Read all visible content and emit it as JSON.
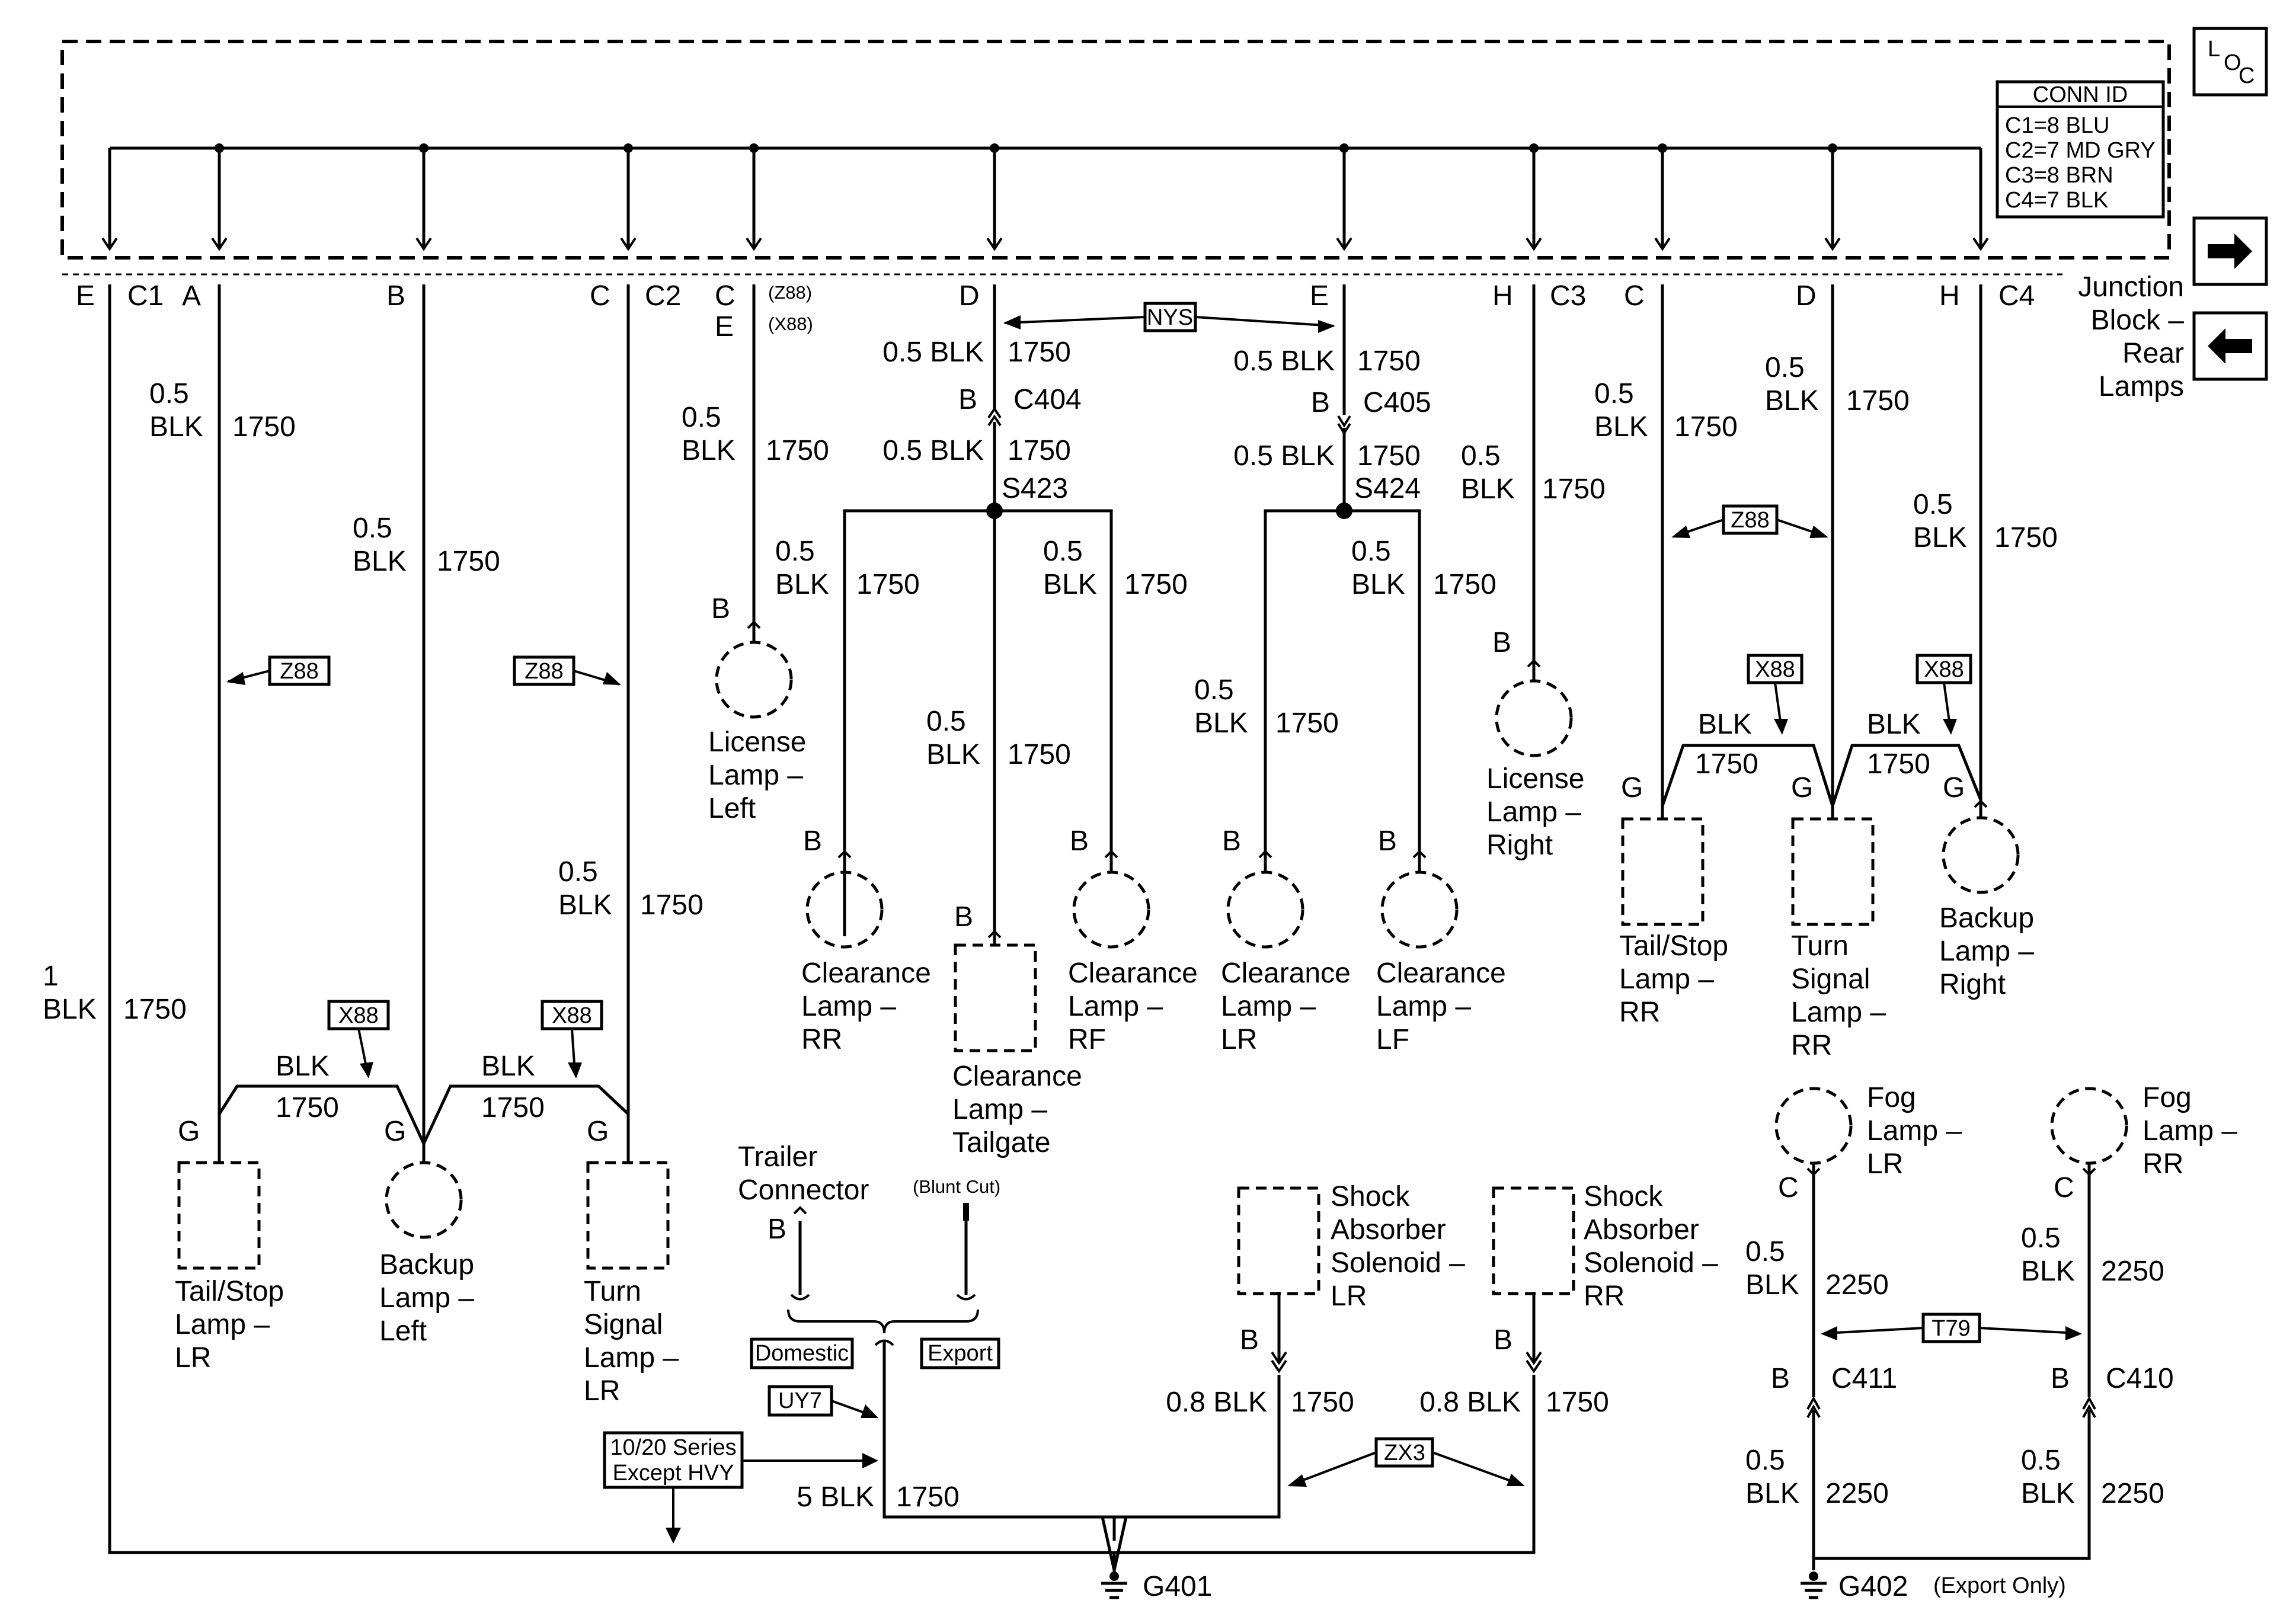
{
  "junction_block": {
    "title_lines": [
      "Junction",
      "Block –",
      "Rear",
      "Lamps"
    ],
    "conn_id": {
      "header": "CONN ID",
      "rows": [
        "C1=8 BLU",
        "C2=7 MD GRY",
        "C3=8 BRN",
        "C4=7 BLK"
      ]
    },
    "connectors": {
      "c1": "C1",
      "c2": "C2",
      "c3": "C3",
      "c4": "C4"
    },
    "pins": {
      "e": "E",
      "a": "A",
      "b": "B",
      "c": "C",
      "c2": "C",
      "e2": "E",
      "d": "D",
      "e3": "E",
      "h": "H",
      "c3": "C",
      "d2": "D",
      "h2": "H"
    },
    "pin_notes": {
      "z88": "(Z88)",
      "x88": "(X88)"
    }
  },
  "loc_icon": {
    "l": "L",
    "o": "O",
    "c": "C"
  },
  "nav": {
    "next": "next-arrow",
    "prev": "prev-arrow"
  },
  "wires": {
    "size_05": "0.5",
    "size_08": "0.8",
    "size_1": "1",
    "size_5": "5",
    "color_blk": "BLK",
    "circuit_1750": "1750",
    "circuit_2250": "2250"
  },
  "wire_labels": {
    "w1": [
      "0.5",
      "BLK",
      "1750"
    ],
    "w2": [
      "0.5",
      "BLK",
      "1750"
    ],
    "w3": [
      "0.5",
      "BLK",
      "1750"
    ],
    "w4": [
      "0.5 BLK",
      "1750"
    ],
    "w5": [
      "0.5 BLK",
      "1750"
    ],
    "w6": [
      "0.5 BLK",
      "1750"
    ],
    "w7": [
      "0.5 BLK",
      "1750"
    ],
    "w8": [
      "0.5",
      "BLK",
      "1750"
    ],
    "w9": [
      "0.5",
      "BLK",
      "1750"
    ],
    "w10": [
      "0.5",
      "BLK",
      "1750"
    ],
    "w11": [
      "0.5",
      "BLK",
      "1750"
    ],
    "w12": [
      "0.5",
      "BLK",
      "1750"
    ],
    "w13": [
      "0.5",
      "BLK",
      "1750"
    ],
    "w14": [
      "0.5",
      "BLK",
      "1750"
    ],
    "w15": [
      "0.5",
      "BLK",
      "1750"
    ],
    "w16": [
      "0.5",
      "BLK",
      "1750"
    ],
    "w17": [
      "0.5",
      "BLK",
      "1750"
    ],
    "w18": [
      "1",
      "BLK",
      "1750"
    ],
    "w19": [
      "BLK",
      "1750"
    ],
    "w20": [
      "BLK",
      "1750"
    ],
    "w21": [
      "BLK",
      "1750"
    ],
    "w22": [
      "BLK",
      "1750"
    ],
    "w23": [
      "0.8 BLK",
      "1750"
    ],
    "w24": [
      "0.8 BLK",
      "1750"
    ],
    "w25": [
      "5 BLK",
      "1750"
    ],
    "w26": [
      "0.5",
      "BLK",
      "2250"
    ],
    "w27": [
      "0.5",
      "BLK",
      "2250"
    ],
    "w28": [
      "0.5",
      "BLK",
      "2250"
    ],
    "w29": [
      "0.5",
      "BLK",
      "2250"
    ]
  },
  "options": {
    "nys": "NYS",
    "z88": "Z88",
    "x88": "X88",
    "uy7": "UY7",
    "zx3": "ZX3",
    "t79": "T79",
    "series_line1": "10/20 Series",
    "series_line2": "Except HVY",
    "domestic": "Domestic",
    "export": "Export"
  },
  "connectors_inline": {
    "c404": "C404",
    "c405": "C405",
    "c410": "C410",
    "c411": "C411"
  },
  "splices": {
    "s423": "S423",
    "s424": "S424"
  },
  "grounds": {
    "g401": "G401",
    "g402": "G402",
    "g402_note": "(Export Only)"
  },
  "components": {
    "license_left": [
      "License",
      "Lamp –",
      "Left"
    ],
    "license_right": [
      "License",
      "Lamp –",
      "Right"
    ],
    "clear_rr": [
      "Clearance",
      "Lamp –",
      "RR"
    ],
    "clear_tailgate": [
      "Clearance",
      "Lamp –",
      "Tailgate"
    ],
    "clear_rf": [
      "Clearance",
      "Lamp –",
      "RF"
    ],
    "clear_lr": [
      "Clearance",
      "Lamp –",
      "LR"
    ],
    "clear_lf": [
      "Clearance",
      "Lamp –",
      "LF"
    ],
    "tail_stop_lr": [
      "Tail/Stop",
      "Lamp –",
      "LR"
    ],
    "backup_left": [
      "Backup",
      "Lamp –",
      "Left"
    ],
    "turn_lr": [
      "Turn",
      "Signal",
      "Lamp –",
      "LR"
    ],
    "tail_stop_rr": [
      "Tail/Stop",
      "Lamp –",
      "RR"
    ],
    "turn_rr": [
      "Turn",
      "Signal",
      "Lamp –",
      "RR"
    ],
    "backup_right": [
      "Backup",
      "Lamp –",
      "Right"
    ],
    "fog_lr": [
      "Fog",
      "Lamp –",
      "LR"
    ],
    "fog_rr": [
      "Fog",
      "Lamp –",
      "RR"
    ],
    "shock_lr": [
      "Shock",
      "Absorber",
      "Solenoid –",
      "LR"
    ],
    "shock_rr": [
      "Shock",
      "Absorber",
      "Solenoid –",
      "RR"
    ],
    "trailer": [
      "Trailer",
      "Connector"
    ],
    "blunt_cut": "(Blunt Cut)"
  },
  "comp_pins": {
    "b": "B",
    "g": "G",
    "c": "C"
  }
}
